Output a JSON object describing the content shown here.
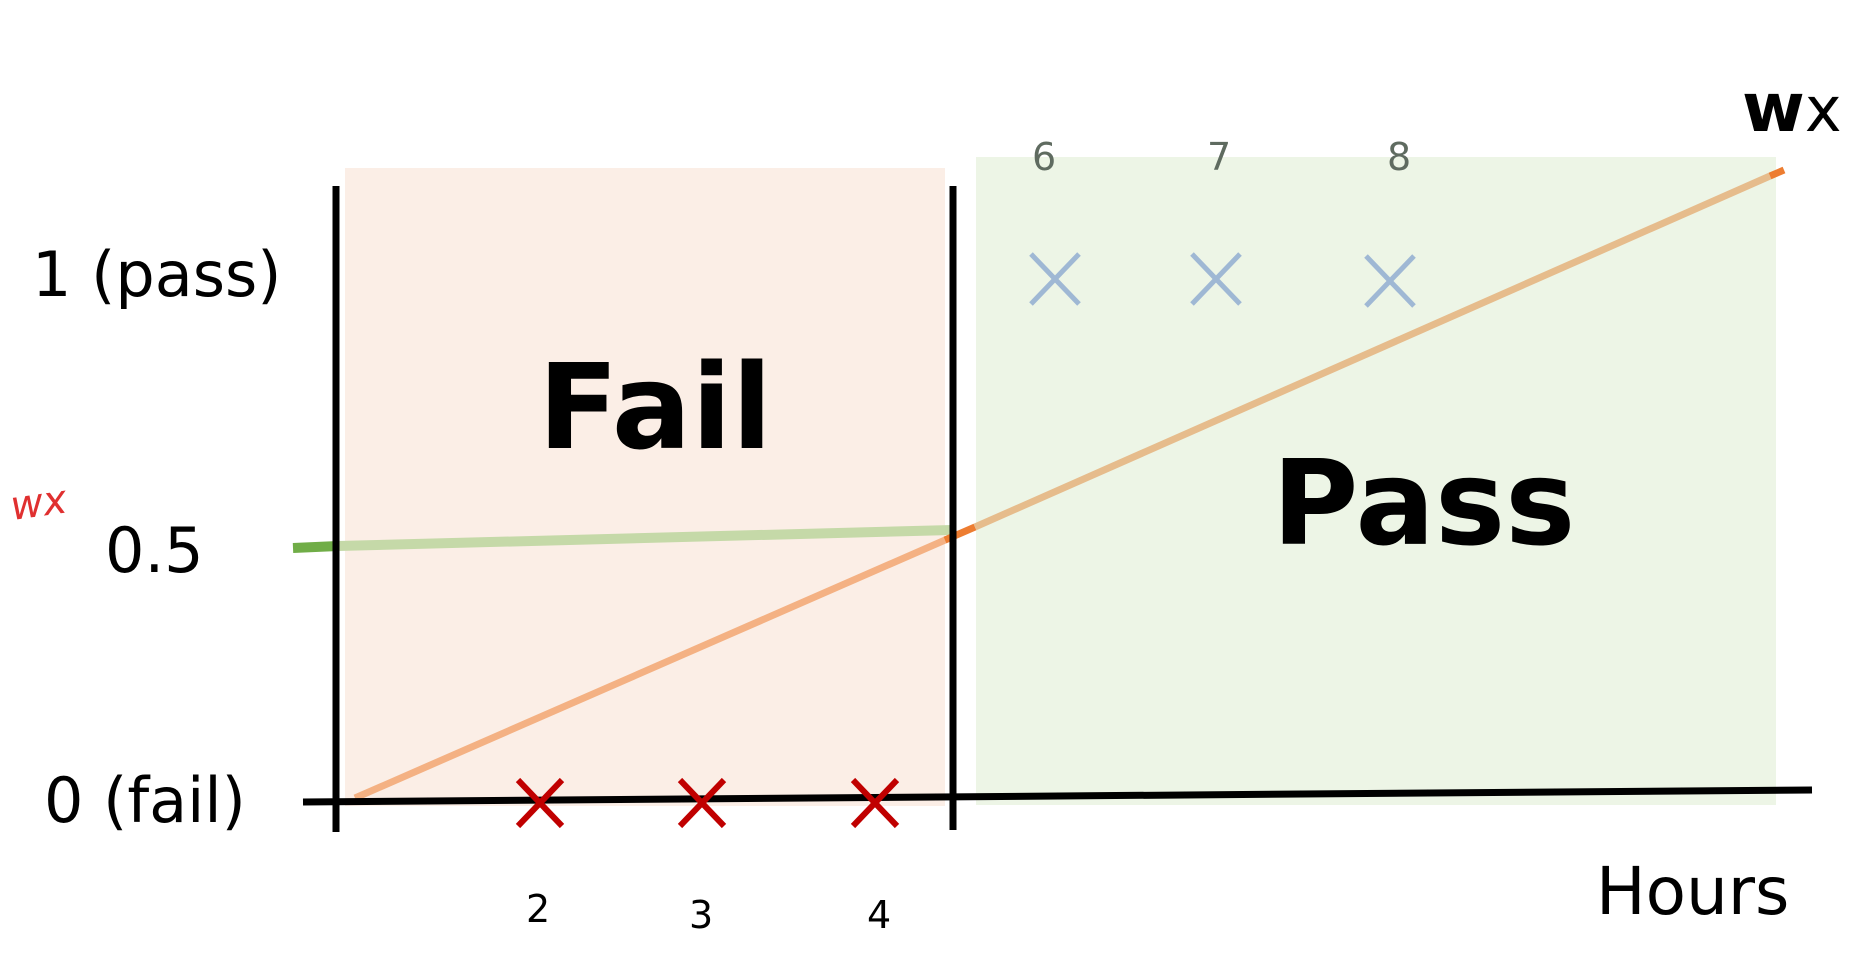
{
  "y_axis": {
    "tick_pass": "1 (pass)",
    "tick_half": "0.5",
    "tick_fail": "0 (fail)"
  },
  "x_axis": {
    "label": "Hours"
  },
  "regions": {
    "fail_label": "Fail",
    "pass_label": "Pass",
    "fail_color": "#fbeee6",
    "pass_color": "#edf5e6"
  },
  "fail_points": {
    "labels": [
      "2",
      "3",
      "4"
    ],
    "marker": "×",
    "color": "#c00000",
    "y": 0
  },
  "pass_points": {
    "labels": [
      "6",
      "7",
      "8"
    ],
    "marker": "×",
    "color": "#9fb8d4",
    "y": 1
  },
  "line": {
    "label_bold": "w",
    "label_rest": "x",
    "color": "#f4b183"
  },
  "threshold_line": {
    "color": "#c5d9a8"
  },
  "annotation": {
    "text": "wx",
    "color": "#e03030"
  },
  "colors": {
    "axis": "#000000",
    "line_dark": "#ed7d31",
    "threshold_dark": "#70ad47"
  }
}
